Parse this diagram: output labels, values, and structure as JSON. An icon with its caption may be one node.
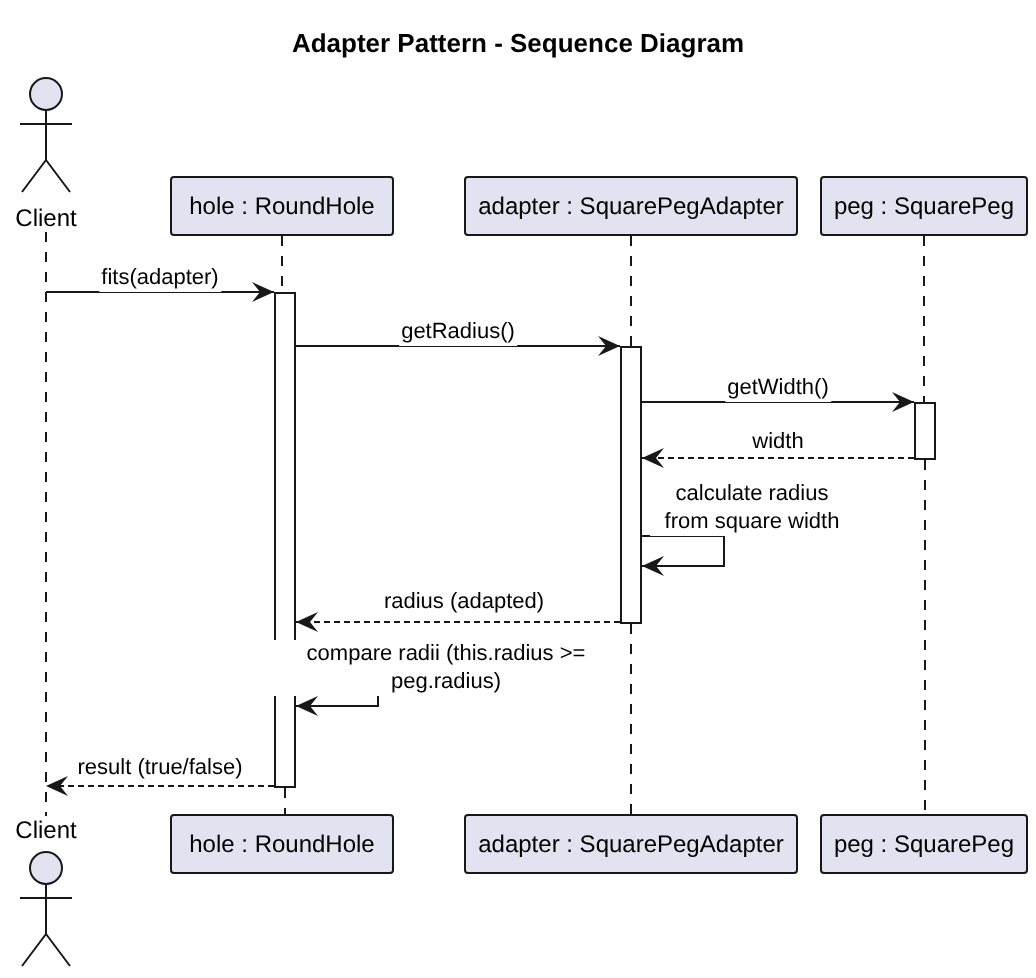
{
  "diagram": {
    "title": "Adapter Pattern - Sequence Diagram",
    "nodes": [
      {
        "text": [
          "Client"
        ]
      },
      {
        "text": [
          "hole : RoundHole"
        ]
      },
      {
        "text": [
          "adapter : SquarePegAdapter"
        ]
      },
      {
        "text": [
          "peg : SquarePeg"
        ]
      },
      {
        "text": [
          "Client"
        ]
      },
      {
        "text": [
          "hole : RoundHole"
        ]
      },
      {
        "text": [
          "adapter : SquarePegAdapter"
        ]
      },
      {
        "text": [
          "peg : SquarePeg"
        ]
      },
      {
        "text": [],
        "shape": "bar"
      },
      {
        "text": [],
        "shape": "bar"
      },
      {
        "text": [],
        "shape": "bar"
      }
    ],
    "edges": [
      {
        "from": 0,
        "to": 4,
        "arrow": "none",
        "style": "dashed"
      },
      {
        "from": 1,
        "to": 8,
        "arrow": "none",
        "style": "dashed"
      },
      {
        "from": 8,
        "to": 5,
        "arrow": "none",
        "style": "dashed"
      },
      {
        "from": 2,
        "to": 9,
        "arrow": "none",
        "style": "dashed"
      },
      {
        "from": 9,
        "to": 6,
        "arrow": "none",
        "style": "dashed"
      },
      {
        "from": 3,
        "to": 10,
        "arrow": "none",
        "style": "dashed"
      },
      {
        "from": 10,
        "to": 7,
        "arrow": "none",
        "style": "dashed"
      },
      {
        "from": 0,
        "to": 8,
        "arrow": "to",
        "label": "fits(adapter)"
      },
      {
        "from": 8,
        "to": 9,
        "arrow": "to",
        "label": "getRadius()"
      },
      {
        "from": 9,
        "to": 10,
        "arrow": "to",
        "label": "getWidth()"
      },
      {
        "from": 10,
        "to": 9,
        "arrow": "to",
        "label": "width",
        "style": "dashed"
      },
      {
        "from": 9,
        "to": 9,
        "arrow": "to",
        "label": "calculate radius from square width"
      },
      {
        "from": 9,
        "to": 8,
        "arrow": "to",
        "label": "radius (adapted)",
        "style": "dashed"
      },
      {
        "from": 8,
        "to": 8,
        "arrow": "to",
        "label": "compare radii (this.radius >= peg.radius)"
      },
      {
        "from": 8,
        "to": 4,
        "arrow": "to",
        "label": "result (true/false)",
        "style": "dashed"
      }
    ]
  }
}
